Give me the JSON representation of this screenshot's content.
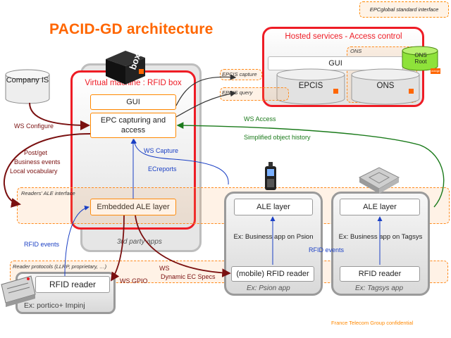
{
  "title": "PACID-GD architecture",
  "legend": "EPCglobal standard interface",
  "company_is": "Company IS",
  "vm": {
    "label": "Virtual machine : RFID box",
    "gui": "GUI",
    "epc_capture": "EPC capturing and access",
    "embedded_ale": "Embedded ALE layer",
    "box_label": "box",
    "third_party": "3rd party apps"
  },
  "hosted": {
    "label": "Hosted services - Access control",
    "ons_label": "ONS",
    "gui": "GUI",
    "epcis": "EPCIS",
    "ons": "ONS",
    "ons_root": "ONS Root",
    "orange_badge": "orange"
  },
  "epcis_capture": "EPCIS capture",
  "epcis_query": "EPCIS query",
  "readers_ale": "Readers' ALE interface",
  "reader_protocols": "Reader protocols (LLRP, proprietary, …)",
  "psion": {
    "ale": "ALE layer",
    "app": "Ex: Business app on Psion",
    "reader": "(mobile) RFID reader",
    "caption": "Ex: Psion app"
  },
  "tagsys": {
    "ale": "ALE layer",
    "app": "Ex: Business app on Tagsys",
    "reader": "RFID reader",
    "caption": "Ex: Tagsys app"
  },
  "impinj": {
    "reader": "RFID reader",
    "caption": "Ex: portico+ Impinj"
  },
  "edges": {
    "ws_configure": "WS Configure",
    "post_get": "Post/get",
    "business_events": "Business events",
    "local_vocab": "Local vocabulary",
    "ws_access": "WS Access",
    "simplified_history": "Simplified object history",
    "ws_capture": "WS Capture",
    "ecreports": "ECreports",
    "rfid_events_left": "RFID events",
    "rfid_events_right": "RFID events",
    "ws_gpio": "WS GPIO",
    "ws": "WS",
    "dynamic_ec": "Dynamic EC Specs"
  },
  "footer": "France Telecom Group confidential",
  "colors": {
    "orange": "#ff6600",
    "red": "#ee1c25",
    "green": "#1a7a1a",
    "blue": "#1a3fc4",
    "maroon": "#7a1010"
  }
}
